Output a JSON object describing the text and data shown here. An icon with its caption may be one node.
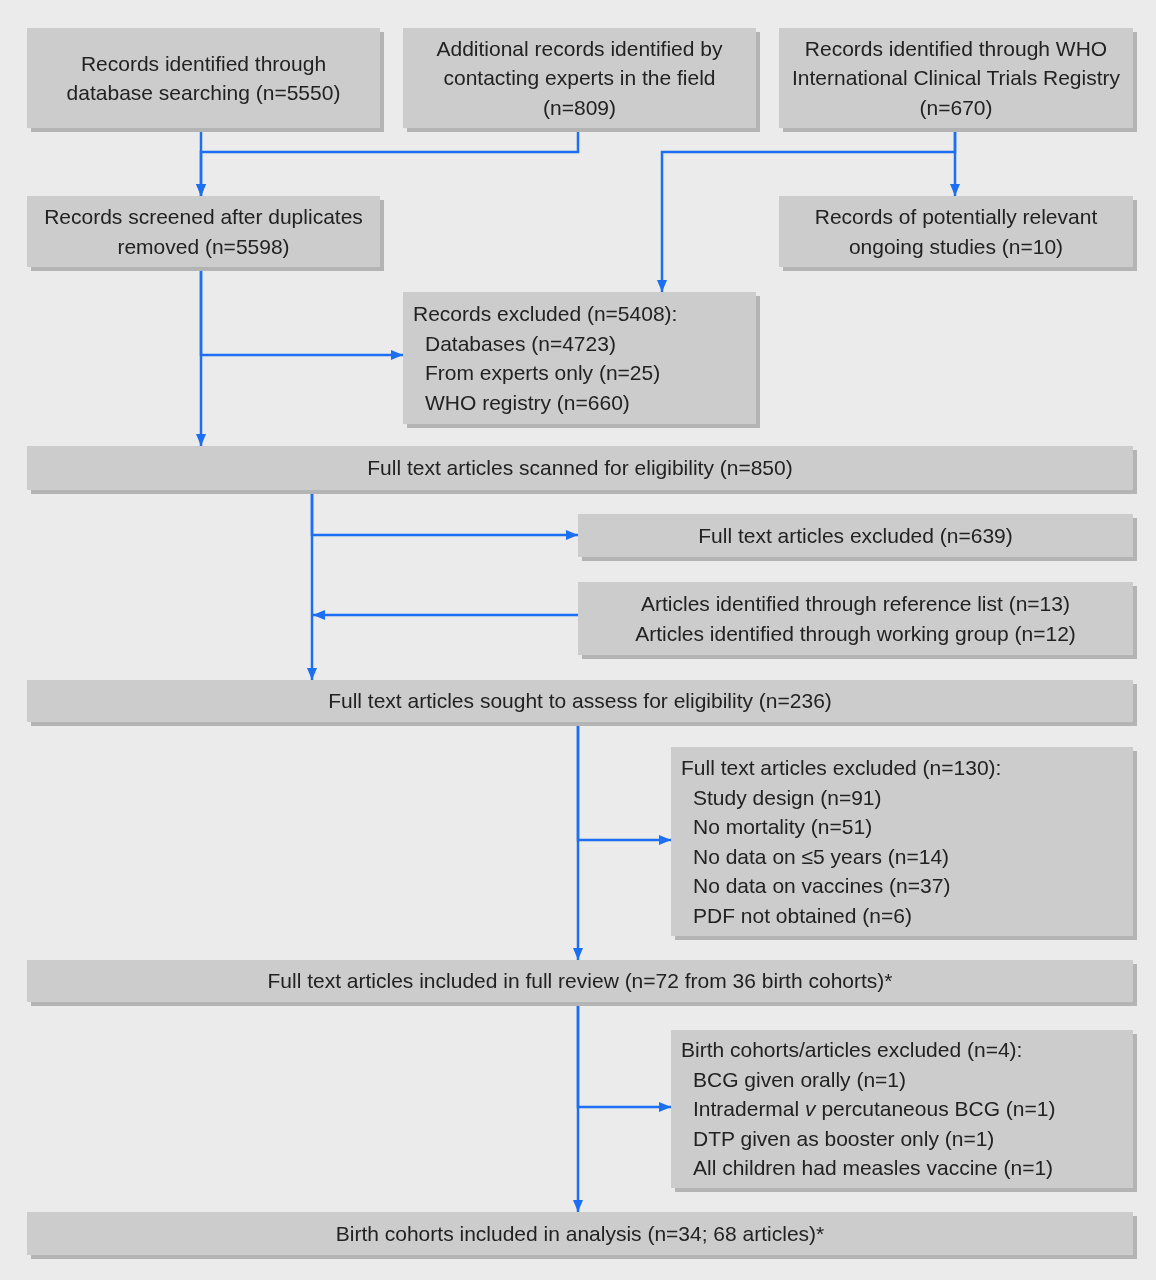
{
  "diagram": {
    "nodes": [
      {
        "text": [
          "Records identified through database searching (n=5550)"
        ]
      },
      {
        "text": [
          "Additional records identified by contacting experts in the field (n=809)"
        ]
      },
      {
        "text": [
          "Records identified through WHO International Clinical Trials Registry (n=670)"
        ]
      },
      {
        "text": [
          "Records screened after duplicates removed (n=5598)"
        ]
      },
      {
        "text": [
          "Records of potentially relevant ongoing studies (n=10)"
        ]
      },
      {
        "text": [
          "Records excluded (n=5408):",
          "Databases (n=4723)",
          "From experts only (n=25)",
          "WHO registry (n=660)"
        ]
      },
      {
        "text": [
          "Full text articles scanned for eligibility (n=850)"
        ]
      },
      {
        "text": [
          "Full text articles excluded (n=639)"
        ]
      },
      {
        "text": [
          "Articles identified through reference list (n=13)",
          "Articles identified through working group (n=12)"
        ]
      },
      {
        "text": [
          "Full text articles sought to assess for eligibility (n=236)"
        ]
      },
      {
        "text": [
          "Full text articles excluded (n=130):",
          "Study design (n=91)",
          "No mortality (n=51)",
          "No data on ≤5 years (n=14)",
          "No data on vaccines (n=37)",
          "PDF not obtained (n=6)"
        ]
      },
      {
        "text": [
          "Full text articles included in full review (n=72 from 36 birth cohorts)*"
        ]
      },
      {
        "text": [
          "Birth cohorts/articles excluded (n=4):",
          "BCG given orally (n=1)",
          "Intradermal *v* percutaneous BCG (n=1)",
          "DTP given as booster only (n=1)",
          "All children had measles vaccine (n=1)"
        ]
      },
      {
        "text": [
          "Birth cohorts included in analysis (n=34; 68 articles)*"
        ]
      }
    ],
    "edges": [
      {
        "from": 0,
        "to": 3,
        "arrow": "to"
      },
      {
        "from": 1,
        "to": 3,
        "arrow": "to"
      },
      {
        "from": 2,
        "to": 4,
        "arrow": "to"
      },
      {
        "from": 2,
        "to": 5,
        "arrow": "to"
      },
      {
        "from": 3,
        "to": 5,
        "arrow": "to"
      },
      {
        "from": 3,
        "to": 6,
        "arrow": "to"
      },
      {
        "from": 6,
        "to": 7,
        "arrow": "to"
      },
      {
        "from": 8,
        "to": 9,
        "arrow": "to"
      },
      {
        "from": 6,
        "to": 9,
        "arrow": "to"
      },
      {
        "from": 9,
        "to": 10,
        "arrow": "to"
      },
      {
        "from": 9,
        "to": 11,
        "arrow": "to"
      },
      {
        "from": 11,
        "to": 12,
        "arrow": "to"
      },
      {
        "from": 11,
        "to": 13,
        "arrow": "to"
      }
    ]
  }
}
